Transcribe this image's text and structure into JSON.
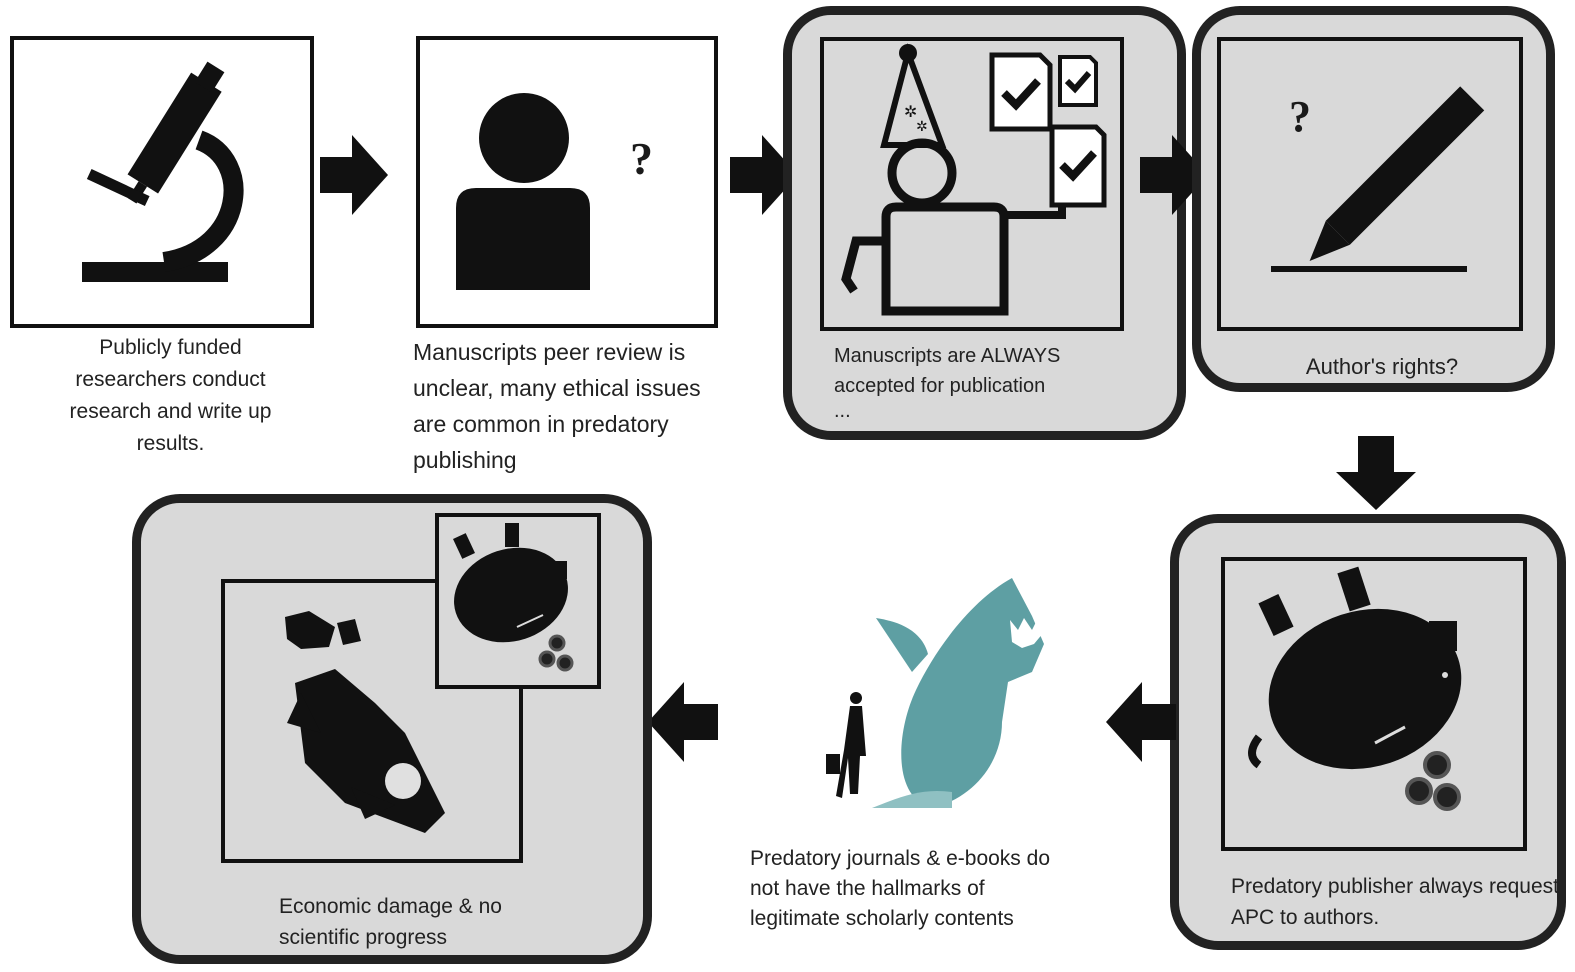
{
  "steps": [
    {
      "caption": "Publicly  funded researchers conduct research  and write up results.",
      "icon": "microscope-icon"
    },
    {
      "caption": "Manuscripts peer review is unclear, many ethical issues are common in predatory publishing",
      "symbol": "?",
      "icon": "person-icon"
    },
    {
      "caption": "Manuscripts are ALWAYS accepted for publication",
      "ellipsis": "...",
      "icon": "party-editor-icon"
    },
    {
      "caption": "Author's rights?",
      "symbol": "?",
      "icon": "pen-signature-icon"
    },
    {
      "caption": "Predatory publisher always request APC to authors.",
      "icon": "piggy-bank-icon"
    },
    {
      "caption": "Predatory journals & e-books do not have the hallmarks of legitimate scholarly contents",
      "icon": "shark-businessman-icon"
    },
    {
      "caption": "Economic damage & no scientific progress",
      "icon": "crashed-rocket-icon"
    }
  ],
  "colors": {
    "shark": "#5e9fa3",
    "panel": "#d9d9d9",
    "border": "#222222",
    "ink": "#111111"
  }
}
